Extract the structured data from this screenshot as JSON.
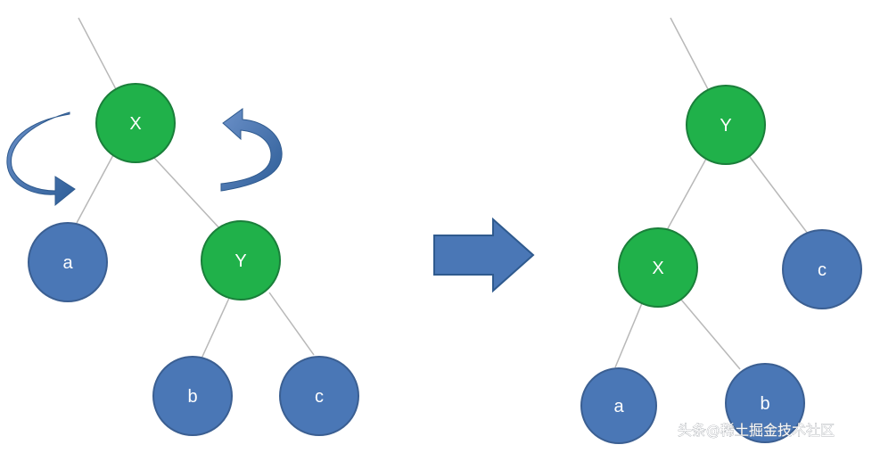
{
  "colors": {
    "internal_node": "#20b14a",
    "leaf_node": "#4a77b6",
    "node_border": "#3b5f92",
    "internal_border": "#1a7f3a",
    "edge": "#b8b8b8",
    "arrow_fill": "#4a77b6",
    "arrow_stroke": "#2f5a8e"
  },
  "before_tree": {
    "nodes": {
      "x": "X",
      "y": "Y",
      "a": "a",
      "b": "b",
      "c": "c"
    }
  },
  "after_tree": {
    "nodes": {
      "y": "Y",
      "x": "X",
      "a": "a",
      "b": "b",
      "c": "c"
    }
  },
  "watermark": "头条@稀土掘金技术社区"
}
